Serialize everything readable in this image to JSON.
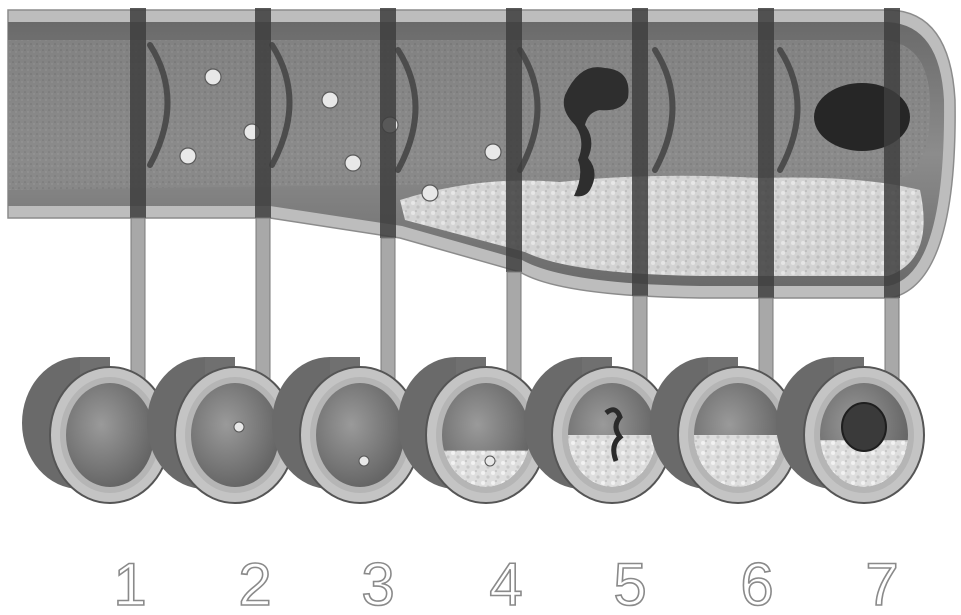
{
  "stages": [
    {
      "label": "1",
      "plaque": 0.0,
      "cells": 0,
      "thrombus": false,
      "occlusion": false
    },
    {
      "label": "2",
      "plaque": 0.0,
      "cells": 1,
      "thrombus": false,
      "occlusion": false
    },
    {
      "label": "3",
      "plaque": 0.0,
      "cells": 1,
      "thrombus": false,
      "occlusion": false
    },
    {
      "label": "4",
      "plaque": 0.35,
      "cells": 1,
      "thrombus": false,
      "occlusion": false
    },
    {
      "label": "5",
      "plaque": 0.5,
      "cells": 0,
      "thrombus": true,
      "occlusion": false
    },
    {
      "label": "6",
      "plaque": 0.5,
      "cells": 0,
      "thrombus": false,
      "occlusion": false
    },
    {
      "label": "7",
      "plaque": 0.45,
      "cells": 0,
      "thrombus": false,
      "occlusion": true
    }
  ],
  "colors": {
    "wall": "#9a9a9a",
    "wall_outer": "#c4c4c4",
    "lumen": "#7e7e7e",
    "plaque": "#dcdcdc",
    "divider": "#3e3e3e",
    "clot": "#2a2a2a"
  }
}
